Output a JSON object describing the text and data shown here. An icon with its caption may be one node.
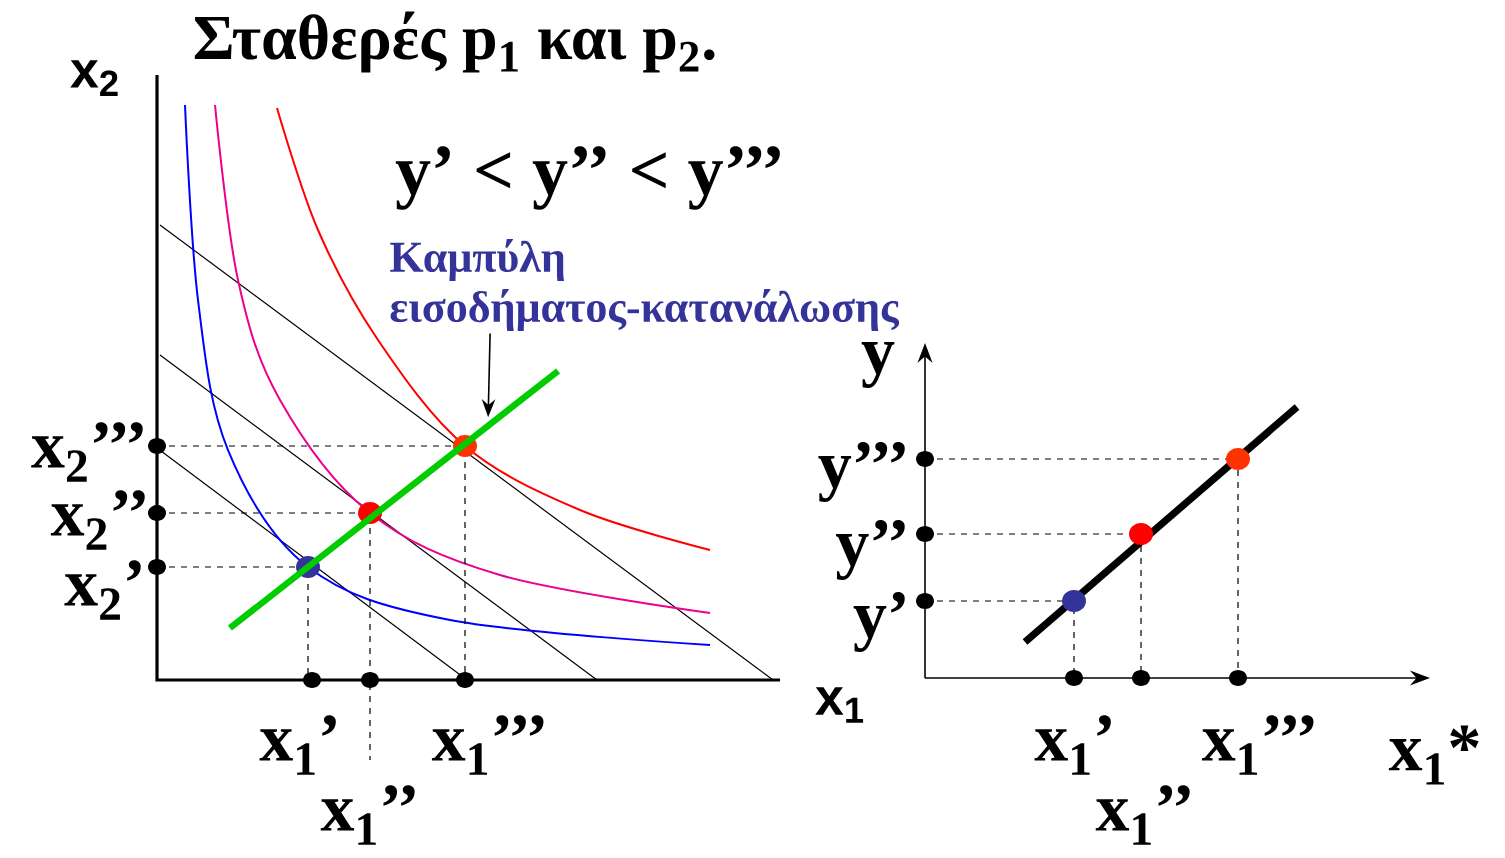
{
  "diagram": {
    "title": "Σταθερές p$_{1}$ και p$_{2}$.",
    "nodes": [
      {
        "text": [
          "Καμπύλη εισοδήματος-κατανάλωσης"
        ]
      },
      {
        "text": [],
        "shape": "line"
      }
    ],
    "edges": [
      {
        "from": 0,
        "to": 1,
        "arrow": "to"
      }
    ],
    "labels": [
      "x$_{2}$",
      "y’ < y’’ < y’’’",
      "x$_{2}$’’’",
      "x$_{2}$’’",
      "x$_{2}$’",
      "x$_{1}$’",
      "x$_{1}$’’",
      "x$_{1}$’’’",
      "x$_{1}$",
      "y",
      "y’’’",
      "y’’",
      "y’",
      "x$_{1}$’",
      "x$_{1}$’’",
      "x$_{1}$’’’",
      "x$_{1}$*"
    ]
  }
}
